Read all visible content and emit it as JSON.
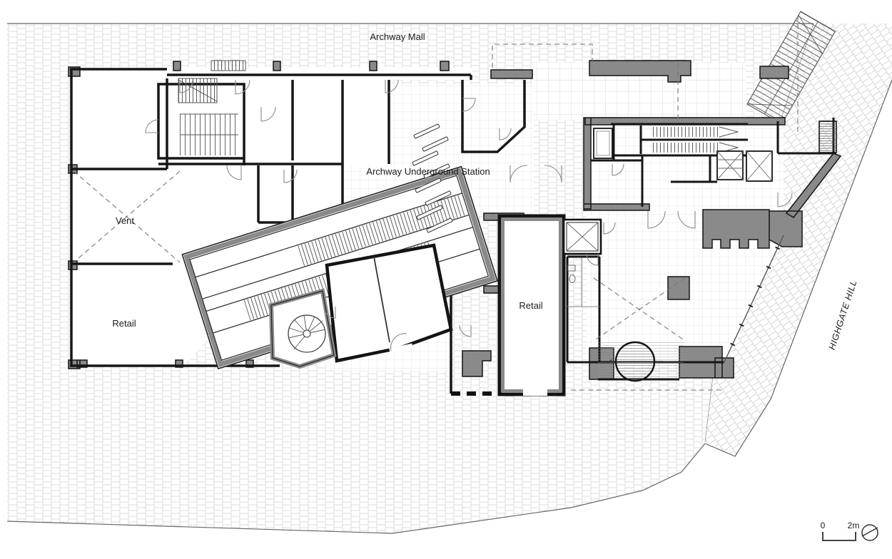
{
  "labels": {
    "archway_mall": "Archway Mall",
    "station": "Archway Underground Station",
    "vent": "Vent",
    "retail_left": "Retail",
    "retail_center": "Retail",
    "street": "HIGHGATE HILL"
  },
  "scale_bar": {
    "zero": "0",
    "two_m": "2m"
  },
  "symbols": {
    "north_symbol": "circle-with-diagonal-orientation-symbol",
    "escalators": "diagonal-escalator-bank",
    "vent_cross": "dashed-x-void",
    "lift_cross": "x-lift-shaft"
  },
  "colors": {
    "background": "#ffffff",
    "wall_gray": "#8a8a8a",
    "wall_dark": "#141414",
    "paving_line": "#dcdcdc",
    "grid_line": "#e6e6e6",
    "dash_line": "#777777"
  }
}
